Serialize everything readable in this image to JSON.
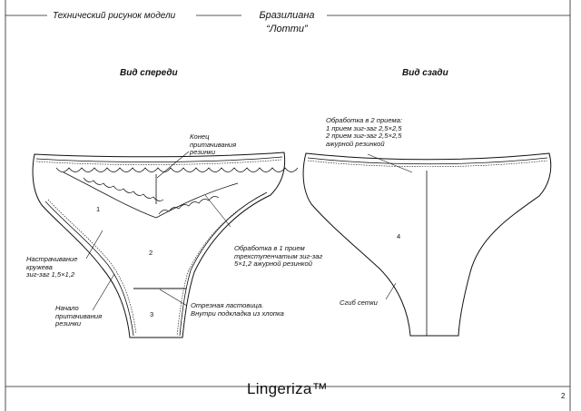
{
  "header": {
    "tech_drawing": "Технический рисунок модели",
    "model_type": "Бразилиана",
    "model_name": "“Лотти”"
  },
  "views": {
    "front": "Вид спереди",
    "back": "Вид сзади"
  },
  "notes": {
    "end_elastic": [
      "Конец",
      "притачивания",
      "резинки"
    ],
    "lace_attach": [
      "Настрачивание",
      "кружева",
      "зиг-заг 1,5×1,2"
    ],
    "start_elastic": [
      "Начало",
      "притачивания",
      "резинки"
    ],
    "edge_processing": [
      "Обработка в 1 прием",
      "трехступенчатым зиг-заг",
      "5×1,2 ажурной резинкой"
    ],
    "gusset": [
      "Отрезная ластовица.",
      "Внутри подкладка из хлопка"
    ],
    "back_processing": [
      "Обработка в 2 приема:",
      "1 прием зиг-заг 2,5×2,5",
      "2 прием зиг-заг 2,5×2,5",
      "ажурной резинкой"
    ],
    "mesh_fold": "Сгиб сетки"
  },
  "pieces": {
    "p1": "1",
    "p2": "2",
    "p3": "3",
    "p4": "4"
  },
  "footer": {
    "brand": "Lingeriza™",
    "page": "2"
  }
}
